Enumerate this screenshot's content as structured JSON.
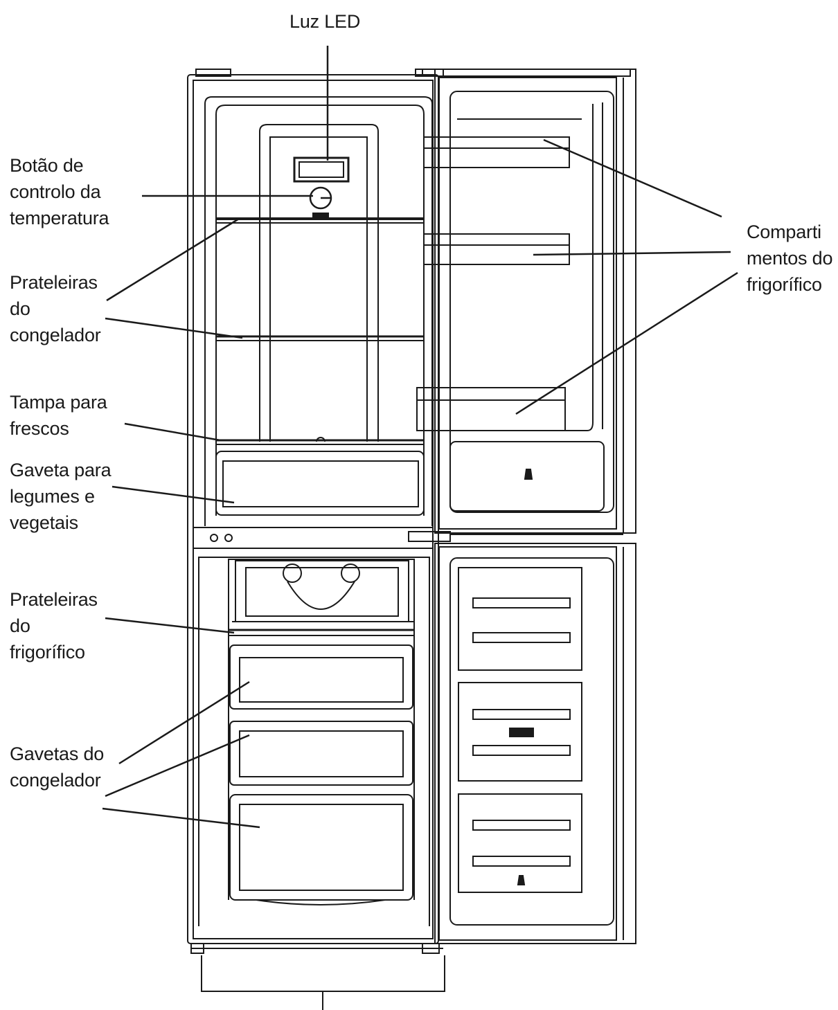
{
  "labels": {
    "luz_led": "Luz LED",
    "botao_controlo": "Botão de\ncontrolo da\ntemperatura",
    "prateleiras_congelador": "Prateleiras\ndo\ncongelador",
    "tampa_frescos": "Tampa para\nfrescos",
    "gaveta_legumes": "Gaveta para\nlegumes e\nvegetais",
    "prateleiras_frigorifico": "Prateleiras\ndo\nfrigorífico",
    "gavetas_congelador": "Gavetas do\ncongelador",
    "compartimentos_frigorifico": "Comparti\nmentos do\nfrigorífico"
  },
  "colors": {
    "line": "#1a1a1a",
    "background": "#ffffff"
  }
}
